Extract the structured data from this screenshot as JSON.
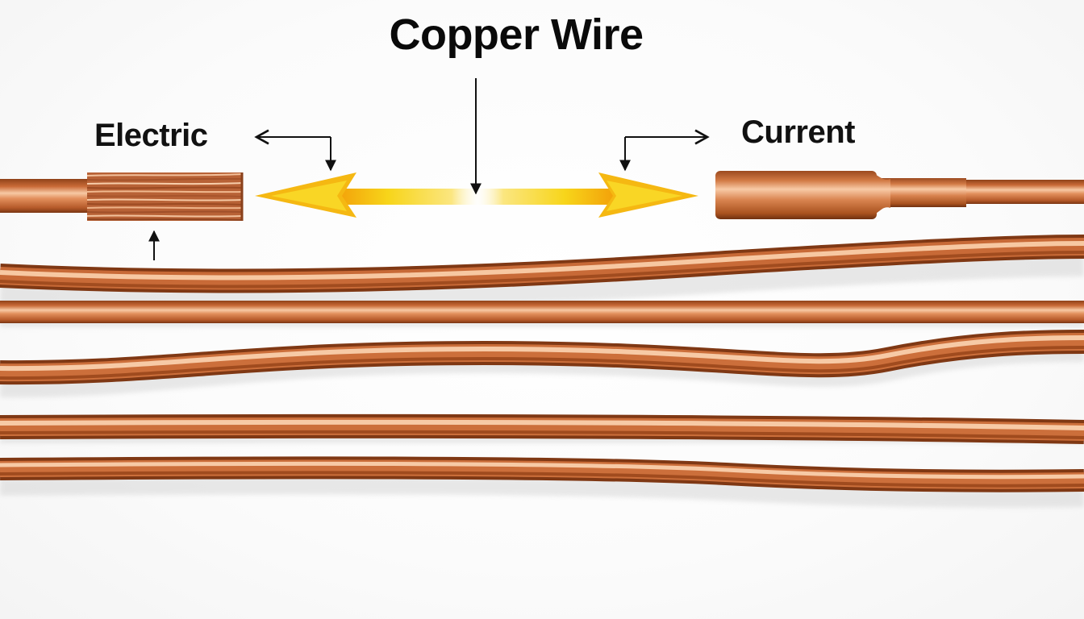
{
  "diagram": {
    "title": "Copper Wire",
    "left_label": "Electric",
    "right_label": "Current"
  },
  "colors": {
    "copper_dark": "#9a4a1f",
    "copper_mid": "#d9824f",
    "copper_light": "#f6c7a2",
    "current_yellow": "#f7d51a",
    "current_orange": "#f2a10b",
    "arrow_black": "#111111"
  },
  "icons": [
    "double-headed-arrow-icon",
    "pointer-arrow-icon"
  ]
}
